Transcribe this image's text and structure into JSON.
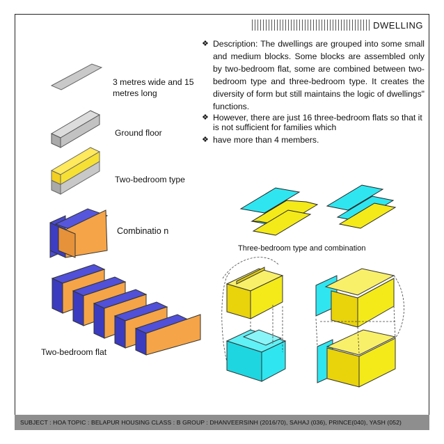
{
  "header": {
    "title": "DWELLING"
  },
  "description": {
    "items": [
      "Description: The dwellings are grouped into some small and medium blocks. Some blocks are assembled only by two-bedroom flat, some are combined between two-bedroom type and three-bedroom type. It creates the diversity of form but still maintains the logic of dwellings\" functions.",
      "However, there are just 16 three-bedroom flats so that it is not sufficient for families which",
      "have more than 4 members."
    ]
  },
  "labels": {
    "slab": "3 metres wide and 15 metres long",
    "ground": "Ground floor",
    "two_bed_type": "Two-bedroom type",
    "combination": "Combinatio n",
    "two_bed_flat": "Two-bedroom flat",
    "three_bed": "Three-bedroom type and combination"
  },
  "footer": {
    "text": "SUBJECT : HOA TOPIC : BELAPUR HOUSING CLASS : B GROUP : DHANVEERSINH (2016/70), SAHAJ (036), PRINCE(040), YASH (052)"
  },
  "colors": {
    "blue": "#4b4bd1",
    "orange": "#f5a447",
    "yellow": "#f4ea1a",
    "cyan": "#27e6ee",
    "grey": "#c6c6c6"
  }
}
